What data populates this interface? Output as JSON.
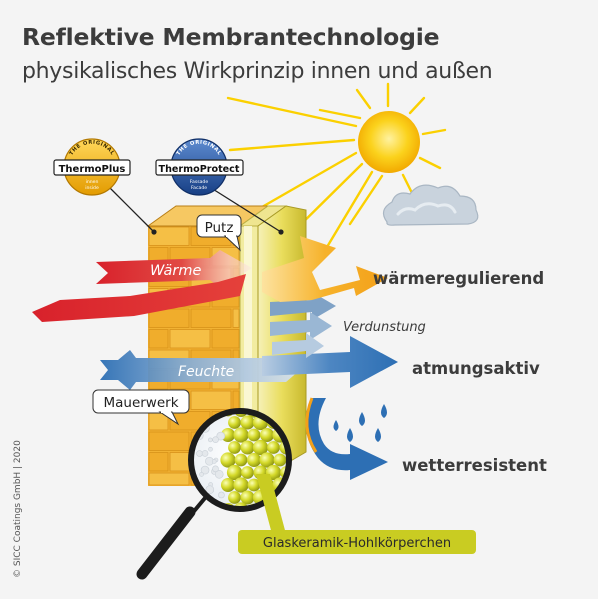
{
  "title": "Reflektive Membrantechnologie",
  "subtitle": "physikalisches Wirkprinzip innen und außen",
  "badges": {
    "thermoplus": {
      "top": "THE ORIGINAL",
      "name": "ThermoPlus",
      "sub1": "innen",
      "sub2": "inside",
      "color": "#f2b418"
    },
    "thermoprotect": {
      "top": "THE ORIGINAL",
      "name": "ThermoProtect",
      "sub1": "Fassade",
      "sub2": "Facade",
      "color": "#2a56a3"
    }
  },
  "labels": {
    "putz": "Putz",
    "waerme": "Wärme",
    "feuchte": "Feuchte",
    "mauerwerk": "Mauerwerk",
    "verdunstung": "Verdunstung",
    "glaskeramik": "Glaskeramik-Hohlkörperchen"
  },
  "features": {
    "waermeregulierend": "wärmeregulierend",
    "atmungsaktiv": "atmungsaktiv",
    "wetterresistent": "wetterresistent"
  },
  "copyright": "© SICC Coatings GmbH | 2020",
  "colors": {
    "heat_red": "#d8212b",
    "heat_orange": "#f3a019",
    "moisture_blue": "#2d6fb4",
    "brick": "#f2b233",
    "membrane": "#e9dd5c",
    "sun": "#f9c500",
    "text": "#3c3c3c"
  }
}
